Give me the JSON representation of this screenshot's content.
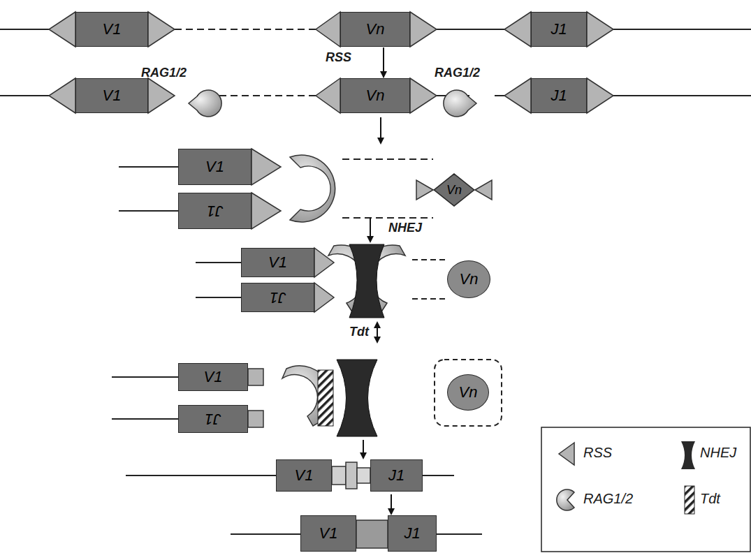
{
  "diagram": {
    "nodes": [
      {
        "text": [
          "V1"
        ]
      },
      {
        "text": [
          "Vn"
        ]
      },
      {
        "text": [
          "J1"
        ]
      },
      {
        "text": [
          "V1"
        ]
      },
      {
        "text": [
          "Vn"
        ]
      },
      {
        "text": [
          "J1"
        ]
      },
      {
        "text": [
          "V1"
        ]
      },
      {
        "text": [
          "J1"
        ]
      },
      {
        "text": [
          "Vn"
        ]
      },
      {
        "text": [
          "V1"
        ]
      },
      {
        "text": [
          "J1"
        ]
      },
      {
        "text": [
          "Vn"
        ]
      },
      {
        "text": [
          "V1"
        ]
      },
      {
        "text": [
          "J1"
        ]
      },
      {
        "text": [
          "Vn"
        ]
      },
      {
        "text": [
          "V1"
        ]
      },
      {
        "text": [
          "J1"
        ]
      },
      {
        "text": [
          "V1"
        ]
      },
      {
        "text": [
          "J1"
        ]
      }
    ],
    "edges": [
      {
        "from": 1,
        "to": 4,
        "arrow": "to"
      }
    ],
    "labels": [
      "RSS",
      "RAG1/2",
      "RAG1/2",
      "NHEJ",
      "Tdt"
    ],
    "legend": [
      {
        "text": "RSS"
      },
      {
        "text": "NHEJ"
      },
      {
        "text": "RAG1/2"
      },
      {
        "text": "Tdt"
      }
    ]
  }
}
